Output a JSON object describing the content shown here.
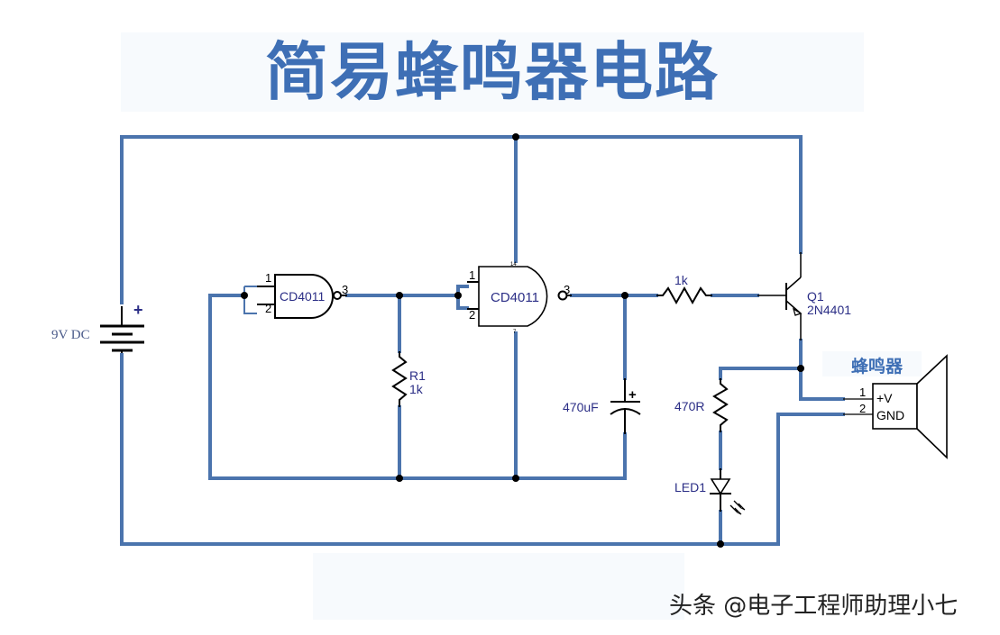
{
  "title": "简易蜂鸣器电路",
  "watermark": "头条 @电子工程师助理小七",
  "colors": {
    "wire": "#4b74ad",
    "title": "#3e6fb5",
    "label": "#2b2e86"
  },
  "components": {
    "battery": {
      "label": "9V DC",
      "polarity": "+"
    },
    "gate1": {
      "part": "CD4011",
      "pins": [
        "1",
        "2",
        "3"
      ]
    },
    "gate2": {
      "part": "CD4011",
      "pins": [
        "1",
        "2",
        "3"
      ],
      "vdd_pin": "14",
      "vss_pin": "7"
    },
    "r1": {
      "ref": "R1",
      "value": "1k"
    },
    "r_base": {
      "value": "1k"
    },
    "capacitor": {
      "value": "470uF",
      "polarity": "+"
    },
    "transistor": {
      "ref": "Q1",
      "part": "2N4401"
    },
    "r_led": {
      "value": "470R"
    },
    "led": {
      "ref": "LED1"
    },
    "buzzer": {
      "label": "蜂鸣器",
      "pins": [
        "1",
        "2"
      ],
      "pin_names": [
        "+V",
        "GND"
      ]
    }
  }
}
